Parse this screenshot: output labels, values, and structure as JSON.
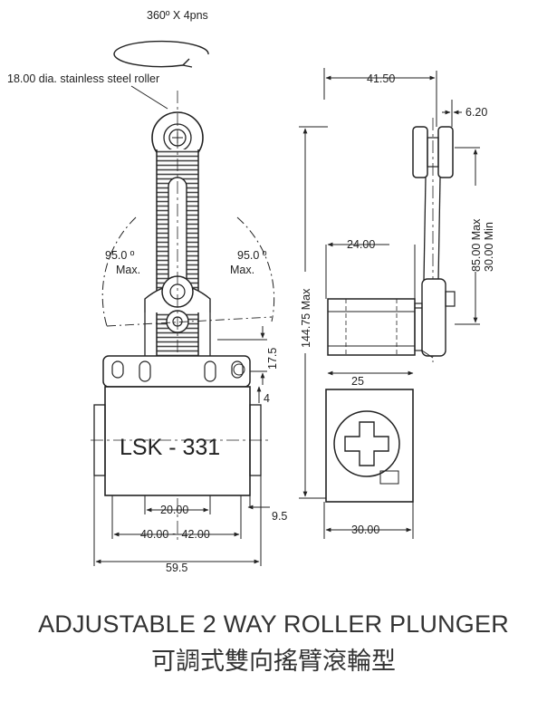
{
  "drawing": {
    "rotation_note": "360º X 4pns",
    "roller_note": "18.00 dia. stainless steel roller",
    "angle_left": "95.0 º",
    "angle_left_max": "Max.",
    "angle_right": "95.0 º",
    "angle_right_max": "Max.",
    "model_label": "LSK - 331",
    "dim_17_5": "17.5",
    "dim_4": "4",
    "dim_20": "20.00",
    "dim_40_42": "40.00 ~ 42.00",
    "dim_9_5": "9.5",
    "dim_59_5": "59.5",
    "dim_41_5": "41.50",
    "dim_6_2": "6.20",
    "dim_24": "24.00",
    "dim_85_max": "85.00 Max",
    "dim_30_min": "30.00 Min",
    "dim_144_75": "144.75 Max",
    "dim_25": "25",
    "dim_30": "30.00"
  },
  "caption": {
    "title_en": "ADJUSTABLE 2 WAY ROLLER PLUNGER",
    "title_zh": "可調式雙向搖臂滾輪型"
  }
}
